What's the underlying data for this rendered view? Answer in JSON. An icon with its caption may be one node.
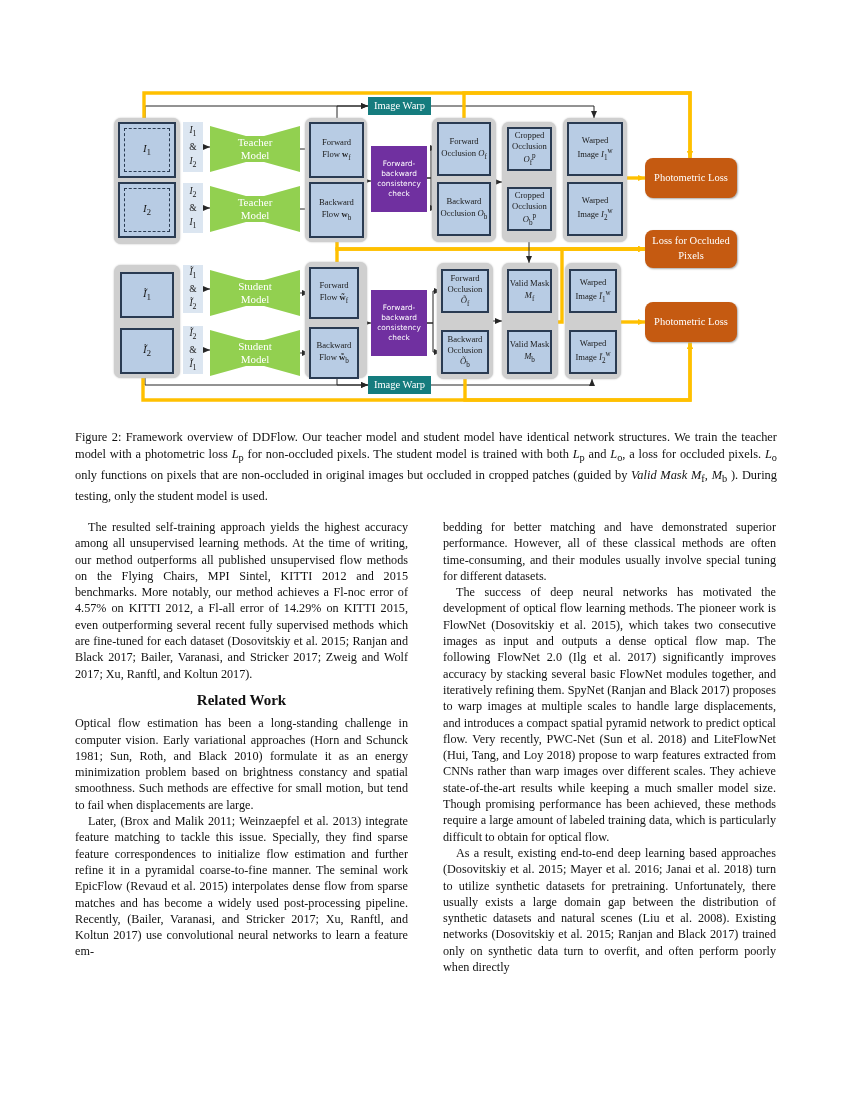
{
  "diagram": {
    "caption": "Figure 2: Framework overview of DDFlow. Our teacher model and student model have identical network structures. We train the teacher model with a photometric loss *L*$_{p}$ for non-occluded pixels. The student model is trained with both *L*$_{p}$ and *L*$_{o}$, a loss for occluded pixels. *L*$_{o}$ only functions on pixels that are non-occluded in original images but occluded in cropped patches (guided by *Valid Mask* *M*$_{f}$, *M*$_{b}$ ). During testing, only the student model is used.",
    "nodes": [
      {
        "text": [],
        "shape": "box"
      },
      {
        "text": [
          "*I*$_{1}$"
        ],
        "in": 0
      },
      {
        "text": [
          "*I*$_{2}$"
        ],
        "in": 0
      },
      {
        "text": [
          "*I*$_{1}$ & *I*$_{2}$"
        ]
      },
      {
        "text": [
          "Teacher Model"
        ]
      },
      {
        "text": [
          "*I*$_{2}$ & *I*$_{1}$"
        ]
      },
      {
        "text": [
          "Teacher Model"
        ]
      },
      {
        "text": [],
        "shape": "box"
      },
      {
        "text": [
          "Forward Flow **w**$_{f}$"
        ],
        "in": 7
      },
      {
        "text": [
          "Backward Flow **w**$_{b}$"
        ],
        "in": 7
      },
      {
        "text": [
          "Forward-backward consistency check"
        ]
      },
      {
        "text": [],
        "shape": "box"
      },
      {
        "text": [
          "Forward Occlusion *O*$_{f}$"
        ],
        "in": 11
      },
      {
        "text": [
          "Backward Occlusion *O*$_{b}$"
        ],
        "in": 11
      },
      {
        "text": [],
        "shape": "box"
      },
      {
        "text": [
          "Cropped Occlusion *O*$_{f}$$^{p}$"
        ],
        "in": 14
      },
      {
        "text": [
          "Cropped Occlusion *O*$_{b}$$^{p}$"
        ],
        "in": 14
      },
      {
        "text": [],
        "shape": "box"
      },
      {
        "text": [
          "Warped Image *I*$_{1}$$^{w}$"
        ],
        "in": 17
      },
      {
        "text": [
          "Warped Image *I*$_{2}$$^{w}$"
        ],
        "in": 17
      },
      {
        "text": [
          "Photometric Loss"
        ]
      },
      {
        "text": [
          "Image Warp"
        ]
      },
      {
        "text": [
          "Loss for Occluded Pixels"
        ]
      },
      {
        "text": [],
        "shape": "box"
      },
      {
        "text": [
          "*Ĩ*$_{1}$"
        ],
        "in": 23
      },
      {
        "text": [
          "*Ĩ*$_{2}$"
        ],
        "in": 23
      },
      {
        "text": [
          "*Ĩ*$_{1}$ & *Ĩ*$_{2}$"
        ]
      },
      {
        "text": [
          "Student Model"
        ]
      },
      {
        "text": [
          "*Ĩ*$_{2}$ & *Ĩ*$_{1}$"
        ]
      },
      {
        "text": [
          "Student Model"
        ]
      },
      {
        "text": [],
        "shape": "box"
      },
      {
        "text": [
          "Forward Flow **w̃**$_{f}$"
        ],
        "in": 30
      },
      {
        "text": [
          "Backward Flow **w̃**$_{b}$"
        ],
        "in": 30
      },
      {
        "text": [
          "Forward-backward consistency check"
        ]
      },
      {
        "text": [],
        "shape": "box"
      },
      {
        "text": [
          "Forward Occlusion *Õ*$_{f}$"
        ],
        "in": 34
      },
      {
        "text": [
          "Backward Occlusion *Õ*$_{b}$"
        ],
        "in": 34
      },
      {
        "text": [],
        "shape": "box"
      },
      {
        "text": [
          "Valid Mask *M*$_{f}$"
        ],
        "in": 37
      },
      {
        "text": [
          "Valid Mask *M*$_{b}$"
        ],
        "in": 37
      },
      {
        "text": [],
        "shape": "box"
      },
      {
        "text": [
          "Warped Image *Ĩ*$_{1}$$^{w}$"
        ],
        "in": 40
      },
      {
        "text": [
          "Warped Image *Ĩ*$_{2}$$^{w}$"
        ],
        "in": 40
      },
      {
        "text": [
          "Photometric Loss"
        ]
      },
      {
        "text": [
          "Image Warp"
        ]
      }
    ],
    "edges": [
      {
        "from": 3,
        "to": 4,
        "arrow": "to"
      },
      {
        "from": 5,
        "to": 6,
        "arrow": "to"
      },
      {
        "from": 4,
        "to": 8,
        "arrow": "none"
      },
      {
        "from": 6,
        "to": 9,
        "arrow": "none"
      },
      {
        "from": 7,
        "to": 10,
        "arrow": "to"
      },
      {
        "from": 10,
        "to": 12,
        "arrow": "to"
      },
      {
        "from": 10,
        "to": 13,
        "arrow": "to"
      },
      {
        "from": 11,
        "to": 14,
        "arrow": "to"
      },
      {
        "from": 0,
        "to": 21,
        "arrow": "to"
      },
      {
        "from": 7,
        "to": 21,
        "arrow": "to"
      },
      {
        "from": 21,
        "to": 17,
        "arrow": "to"
      },
      {
        "from": 0,
        "to": 20,
        "arrow": "to",
        "style": "thick",
        "color": "#ffc000"
      },
      {
        "from": 11,
        "to": 20,
        "arrow": "to",
        "style": "thick",
        "color": "#ffc000"
      },
      {
        "from": 17,
        "to": 20,
        "arrow": "to",
        "style": "thick",
        "color": "#ffc000"
      },
      {
        "from": 7,
        "to": 22,
        "arrow": "to",
        "style": "thick",
        "color": "#ffc000"
      },
      {
        "from": 30,
        "to": 22,
        "arrow": "to",
        "style": "thick",
        "color": "#ffc000"
      },
      {
        "from": 37,
        "to": 22,
        "arrow": "to",
        "style": "thick",
        "color": "#ffc000"
      },
      {
        "from": 14,
        "to": 37,
        "arrow": "to"
      },
      {
        "from": 26,
        "to": 27,
        "arrow": "to"
      },
      {
        "from": 28,
        "to": 29,
        "arrow": "to"
      },
      {
        "from": 27,
        "to": 31,
        "arrow": "to"
      },
      {
        "from": 29,
        "to": 32,
        "arrow": "to"
      },
      {
        "from": 30,
        "to": 33,
        "arrow": "to"
      },
      {
        "from": 33,
        "to": 35,
        "arrow": "to"
      },
      {
        "from": 33,
        "to": 36,
        "arrow": "to"
      },
      {
        "from": 34,
        "to": 37,
        "arrow": "to"
      },
      {
        "from": 23,
        "to": 44,
        "arrow": "to"
      },
      {
        "from": 30,
        "to": 44,
        "arrow": "to"
      },
      {
        "from": 44,
        "to": 40,
        "arrow": "to"
      },
      {
        "from": 23,
        "to": 43,
        "arrow": "to",
        "style": "thick",
        "color": "#ffc000"
      },
      {
        "from": 34,
        "to": 43,
        "arrow": "to",
        "style": "thick",
        "color": "#ffc000"
      },
      {
        "from": 40,
        "to": 43,
        "arrow": "to",
        "style": "thick",
        "color": "#ffc000"
      }
    ],
    "labels": [
      "The resulted self-training approach yields the highest accuracy among all unsupervised learning methods. At the time of writing, our method outperforms all published unsupervised flow methods on the Flying Chairs, MPI Sintel, KITTI 2012 and 2015 benchmarks. More notably, our method achieves a Fl-noc error of 4.57% on KITTI 2012, a Fl-all error of 14.29% on KITTI 2015, even outperforming several recent fully supervised methods which are fine-tuned for each dataset (Dosovitskiy et al. 2015; Ranjan and Black 2017; Bailer, Varanasi, and Stricker 2017; Zweig and Wolf 2017; Xu, Ranftl, and Koltun 2017).",
      "Related Work",
      "Optical flow estimation has been a long-standing challenge in computer vision. Early variational approaches (Horn and Schunck 1981; Sun, Roth, and Black 2010) formulate it as an energy minimization problem based on brightness constancy and spatial smoothness. Such methods are effective for small motion, but tend to fail when displacements are large.",
      "Later, (Brox and Malik 2011; Weinzaepfel et al. 2013) integrate feature matching to tackle this issue. Specially, they find sparse feature correspondences to initialize flow estimation and further refine it in a pyramidal coarse-to-fine manner. The seminal work EpicFlow (Revaud et al. 2015) interpolates dense flow from sparse matches and has become a widely used post-processing pipeline. Recently, (Bailer, Varanasi, and Stricker 2017; Xu, Ranftl, and Koltun 2017) use convolutional neural networks to learn a feature em-",
      "bedding for better matching and have demonstrated superior performance. However, all of these classical methods are often time-consuming, and their modules usually involve special tuning for different datasets.",
      "The success of deep neural networks has motivated the development of optical flow learning methods. The pioneer work is FlowNet (Dosovitskiy et al. 2015), which takes two consecutive images as input and outputs a dense optical flow map. The following FlowNet 2.0 (Ilg et al. 2017) significantly improves accuracy by stacking several basic FlowNet modules together, and iteratively refining them. SpyNet (Ranjan and Black 2017) proposes to warp images at multiple scales to handle large displacements, and introduces a compact spatial pyramid network to predict optical flow. Very recently, PWC-Net (Sun et al. 2018) and LiteFlowNet (Hui, Tang, and Loy 2018) propose to warp features extracted from CNNs rather than warp images over different scales. They achieve state-of-the-art results while keeping a much smaller model size. Though promising performance has been achieved, these methods require a large amount of labeled training data, which is particularly difficult to obtain for optical flow.",
      "As a result, existing end-to-end deep learning based approaches (Dosovitskiy et al. 2015; Mayer et al. 2016; Janai et al. 2018) turn to utilize synthetic datasets for pretraining. Unfortunately, there usually exists a large domain gap between the distribution of synthetic datasets and natural scenes (Liu et al. 2008). Existing networks (Dosovitskiy et al. 2015; Ranjan and Black 2017) trained only on synthetic data turn to overfit, and often perform poorly when directly"
    ]
  }
}
